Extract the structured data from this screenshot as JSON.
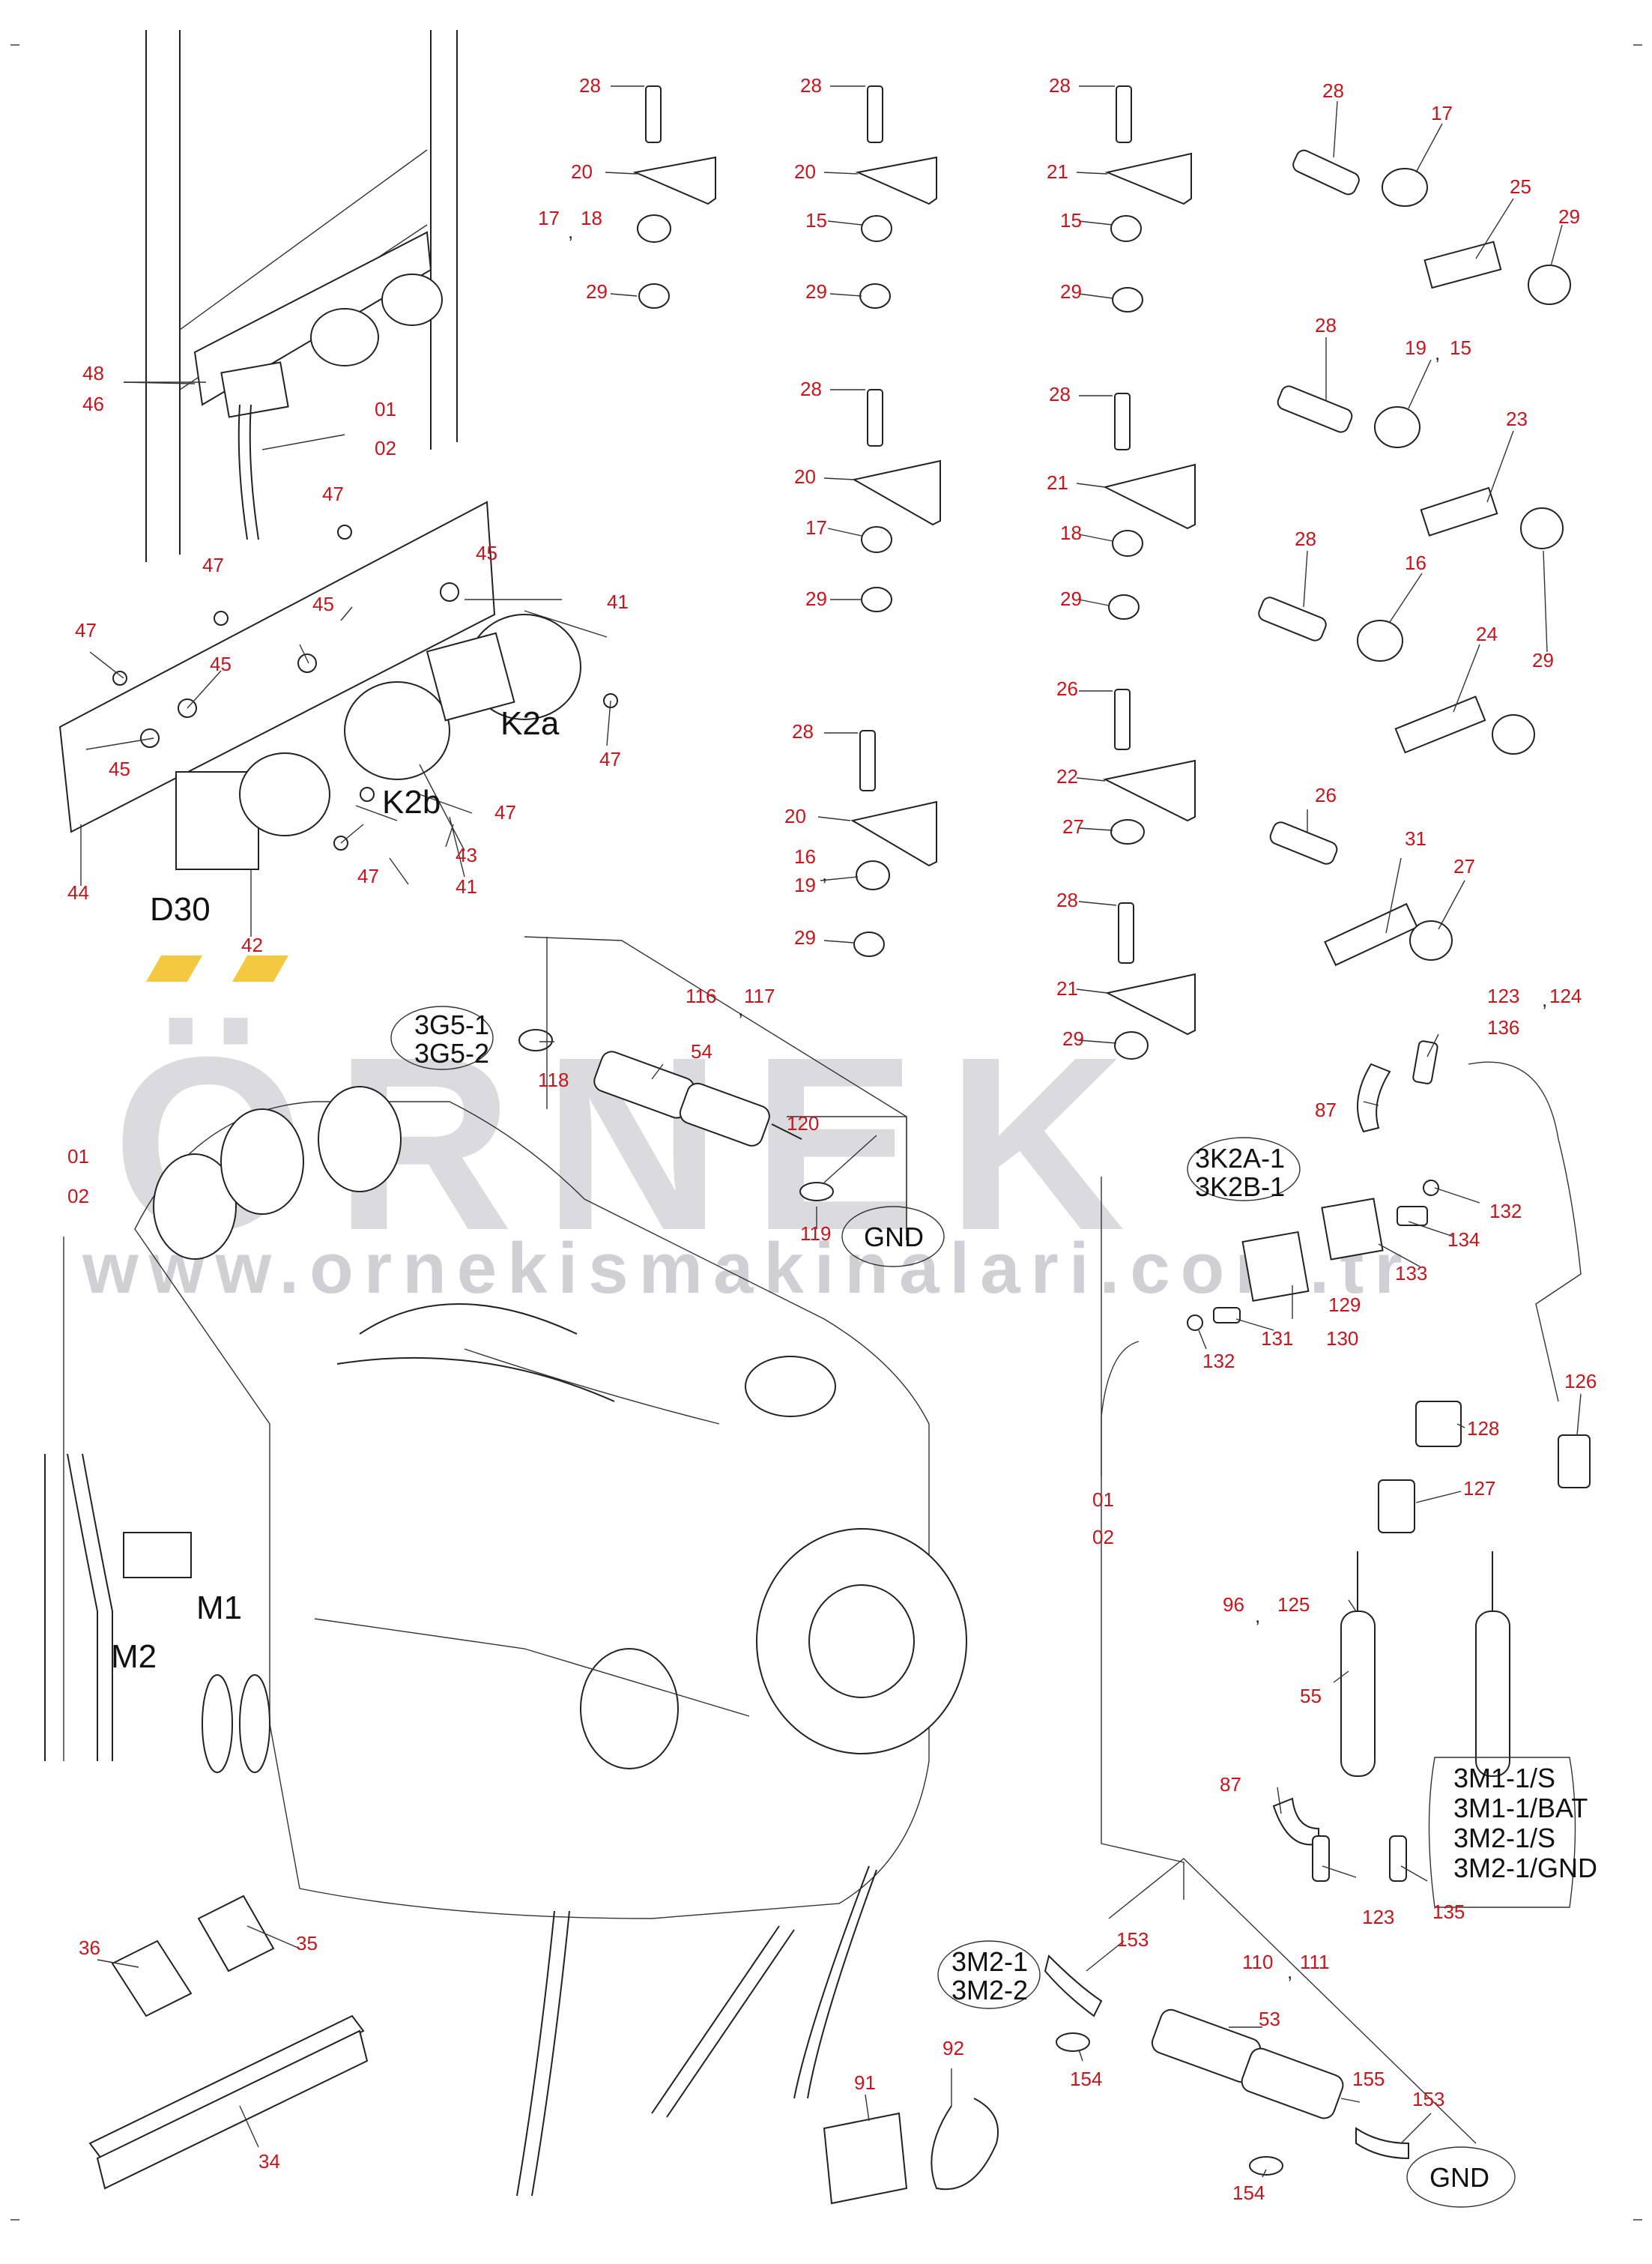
{
  "watermark": {
    "logo_text": "ÖRNEK",
    "url_text": "www.ornekismakinalari.com.tr",
    "logo_color": "#cfcfd3",
    "accent_color": "#f5c842"
  },
  "colors": {
    "callout": "#c8151b",
    "line": "#222222"
  },
  "connectors": {
    "g5": [
      "3G5-1",
      "3G5-2"
    ],
    "k2": [
      "3K2A-1",
      "3K2B-1"
    ],
    "m2": [
      "3M2-1",
      "3M2-2"
    ],
    "m1": [
      "3M1-1/S",
      "3M1-1/BAT",
      "3M2-1/S",
      "3M2-1/GND"
    ],
    "gnd_top": "GND",
    "gnd_bottom": "GND"
  },
  "component_tags": {
    "k2a": "K2a",
    "k2b": "K2b",
    "d30": "D30",
    "m1": "M1",
    "m2": "M2"
  },
  "callouts": {
    "c01a": "01",
    "c02a": "02",
    "c48": "48",
    "c46": "46",
    "c47a": "47",
    "c47b": "47",
    "c47c": "47",
    "c47d": "47",
    "c47e": "47",
    "c47f": "47",
    "c45a": "45",
    "c45b": "45",
    "c45c": "45",
    "c45d": "45",
    "c41a": "41",
    "c41b": "41",
    "c44": "44",
    "c43": "43",
    "c42": "42",
    "g1_28": "28",
    "g1_20": "20",
    "g1_17": "17",
    "g1_18": "18",
    "g1_29": "29",
    "g2_28": "28",
    "g2_20": "20",
    "g2_15": "15",
    "g2_29": "29",
    "g3_28": "28",
    "g3_21": "21",
    "g3_15": "15",
    "g3_29": "29",
    "g4_28": "28",
    "g4_17": "17",
    "g4_25": "25",
    "g4_29": "29",
    "g5_28": "28",
    "g5_20": "20",
    "g5_17": "17",
    "g5_29": "29",
    "g6_28": "28",
    "g6_21": "21",
    "g6_18": "18",
    "g6_29": "29",
    "g7_28": "28",
    "g7_19": "19",
    "g7_15": "15",
    "g7_23": "23",
    "g8_28": "28",
    "g8_16": "16",
    "g8_24": "24",
    "g8_29": "29",
    "g9_28": "28",
    "g9_20": "20",
    "g9_16": "16",
    "g9_19": "19",
    "g9_29": "29",
    "g10_26": "26",
    "g10_22": "22",
    "g10_27": "27",
    "g11_26": "26",
    "g11_31": "31",
    "g11_27": "27",
    "g12_28": "28",
    "g12_21": "21",
    "g12_29": "29",
    "c116": "116",
    "c117": "117",
    "c54": "54",
    "c118": "118",
    "c120": "120",
    "c119": "119",
    "c01b": "01",
    "c02b": "02",
    "c123a": "123",
    "c124": "124",
    "c136": "136",
    "c87a": "87",
    "c132a": "132",
    "c134": "134",
    "c133": "133",
    "c129": "129",
    "c130": "130",
    "c131": "131",
    "c132b": "132",
    "c126": "126",
    "c128": "128",
    "c127": "127",
    "c01c": "01",
    "c02c": "02",
    "c96": "96",
    "c125": "125",
    "c55": "55",
    "c87b": "87",
    "c123b": "123",
    "c135": "135",
    "c153a": "153",
    "c110": "110",
    "c111": "111",
    "c53": "53",
    "c154a": "154",
    "c155": "155",
    "c153b": "153",
    "c154b": "154",
    "c36": "36",
    "c35": "35",
    "c34": "34",
    "c91": "91",
    "c92": "92"
  }
}
